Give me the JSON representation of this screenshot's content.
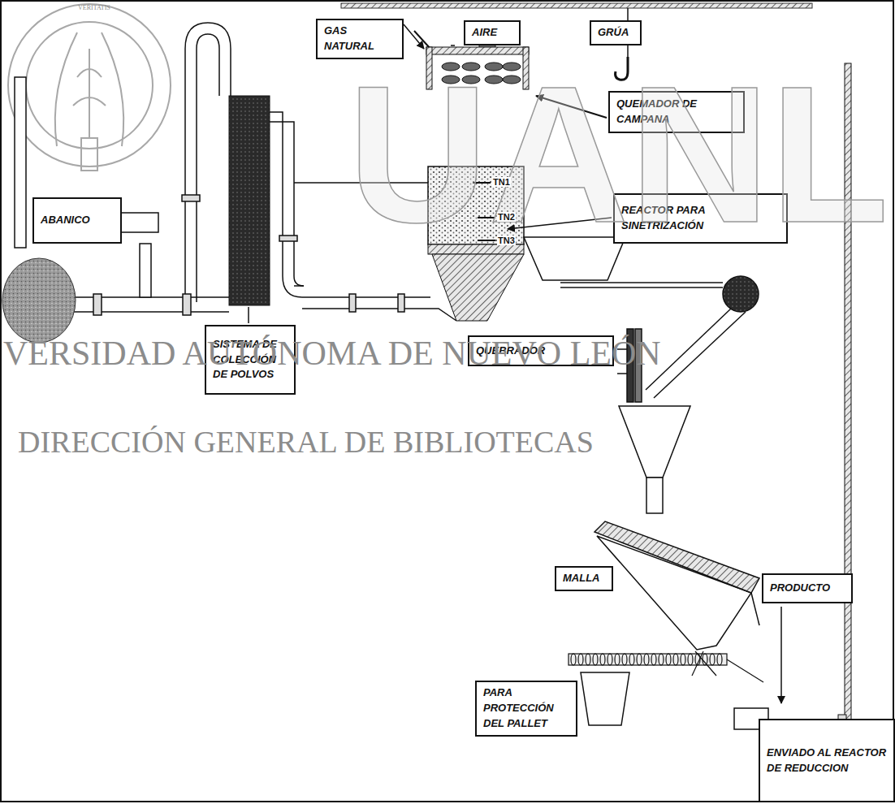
{
  "diagram": {
    "nodes": [
      {
        "text": [
          "GAS NATURAL"
        ]
      },
      {
        "text": [
          "AIRE"
        ]
      },
      {
        "text": [
          "GRÚA"
        ]
      },
      {
        "text": [
          "QUEMADOR DE CAMPANA"
        ]
      },
      {
        "text": [
          "REACTOR PARA SINETRIZACIÓN"
        ]
      },
      {
        "text": [
          "ABANICO"
        ]
      },
      {
        "text": [
          "SISTEMA DE COLECCIÓN DE POLVOS"
        ]
      },
      {
        "text": [
          "QUEBRADOR"
        ]
      },
      {
        "text": [
          "MALLA"
        ]
      },
      {
        "text": [
          "PRODUCTO"
        ]
      },
      {
        "text": [
          "PARA PROTECCIÓN DEL PALLET"
        ]
      },
      {
        "text": [
          "ENVIADO AL REACTOR DE REDUCCION"
        ]
      }
    ],
    "labels": [
      "VERITATIS",
      "UANL",
      "VERSIDAD AUTÓNOMA DE NUEVO LEÓN",
      "DIRECCIÓN GENERAL DE BIBLIOTECAS",
      "TN1",
      "TN2",
      "TN3"
    ]
  }
}
